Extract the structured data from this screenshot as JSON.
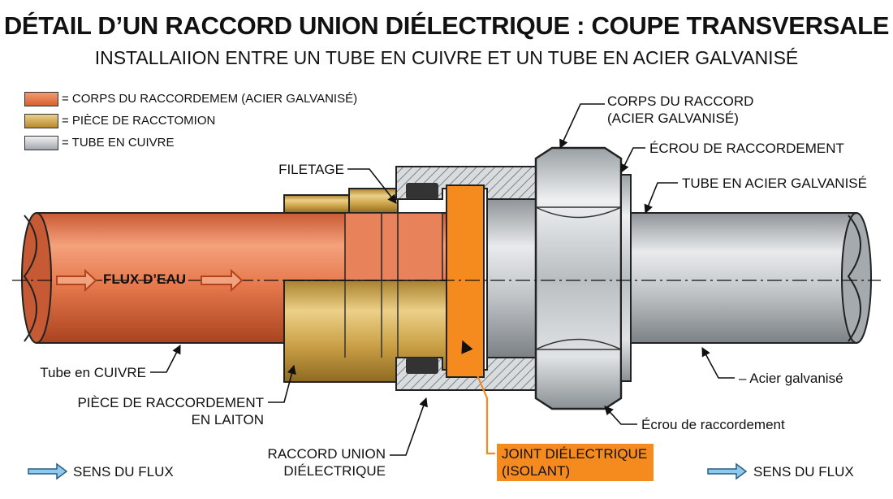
{
  "header": {
    "title": "DÉTAIL D’UN RACCORD UNION DIÉLECTRIQUE : COUPE TRANSVERSALE",
    "subtitle": "INSTALLAIION ENTRE UN TUBE EN CUIVRE ET UN TUBE EN ACIER GALVANISÉ"
  },
  "legend": {
    "items": [
      {
        "label": "= CORPS DU RACCORDEMEM (ACIER GALVANISÉ)",
        "color": "#e8734a"
      },
      {
        "label": "= PIÈCE DE RACCTOMION",
        "color": "#c9a24a"
      },
      {
        "label": "= TUBE EN CUIVRE",
        "color": "#c8cbcd"
      }
    ]
  },
  "colors": {
    "copper": "#d96b44",
    "copper_light": "#f0a27e",
    "brass": "#c79b3f",
    "brass_light": "#e8c779",
    "steel": "#a8adb1",
    "steel_light": "#e3e6e8",
    "orange": "#f58a1f"
  },
  "labels": {
    "filetage": "FILETAGE",
    "flux": "FLUX D’EAU",
    "tube_cuivre": "Tube en CUIVRE",
    "piece_line1": "PIÈCE DE RACCORDEMENT",
    "piece_line2": "EN LAITON",
    "raccord_line1": "RACCORD UNION",
    "raccord_line2": "DIÉLECTRIQUE",
    "corps_line1": "CORPS DU RACCORD",
    "corps_line2": "(ACIER GALVANISÉ)",
    "ecrou_top": "ÉCROU DE RACCORDEMENT",
    "tube_acier": "TUBE EN ACIER GALVANISÉ",
    "acier_galv": "– Acier galvanisé",
    "ecrou_bottom": "Écrou de raccordement",
    "joint_line1": "JOINT DIÉLECTRIQUE",
    "joint_line2": "(ISOLANT)",
    "sens_left": "SENS DU FLUX",
    "sens_right": "SENS DU FLUX"
  }
}
